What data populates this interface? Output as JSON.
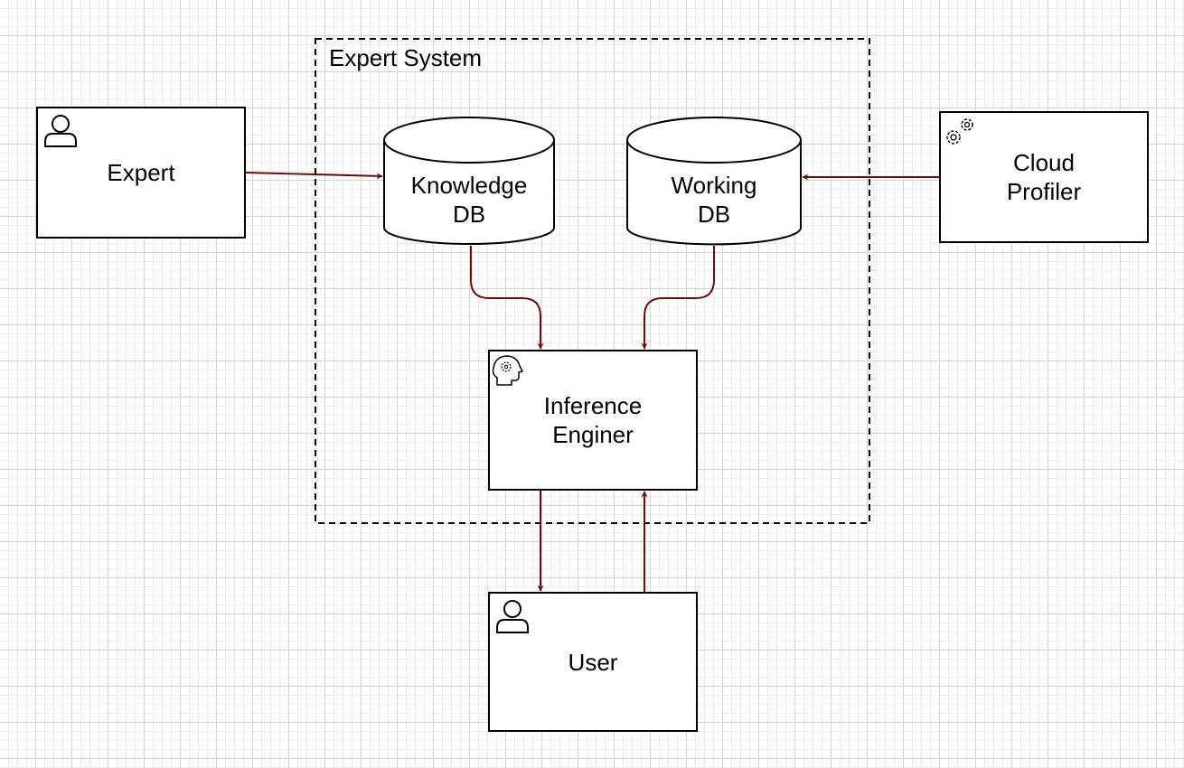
{
  "diagram": {
    "group": {
      "title": "Expert System"
    },
    "nodes": {
      "expert": {
        "label": "Expert",
        "icon": "user-icon"
      },
      "knowledge_db": {
        "line1": "Knowledge",
        "line2": "DB",
        "shape": "cylinder"
      },
      "working_db": {
        "line1": "Working",
        "line2": "DB",
        "shape": "cylinder"
      },
      "cloud_profiler": {
        "line1": "Cloud",
        "line2": "Profiler",
        "icon": "gears-icon"
      },
      "inference_engine": {
        "line1": "Inference",
        "line2": "Enginer",
        "icon": "head-gear-icon"
      },
      "user": {
        "label": "User",
        "icon": "user-icon"
      }
    },
    "edges": [
      {
        "from": "Expert",
        "to": "Knowledge DB"
      },
      {
        "from": "Cloud Profiler",
        "to": "Working DB"
      },
      {
        "from": "Knowledge DB",
        "to": "Inference Enginer"
      },
      {
        "from": "Working DB",
        "to": "Inference Enginer"
      },
      {
        "from": "Inference Enginer",
        "to": "User"
      },
      {
        "from": "User",
        "to": "Inference Enginer"
      }
    ]
  },
  "colors": {
    "edge": "#6b0d0d",
    "stroke": "#000000",
    "fill": "#ffffff",
    "grid": "#d4d4d4"
  }
}
